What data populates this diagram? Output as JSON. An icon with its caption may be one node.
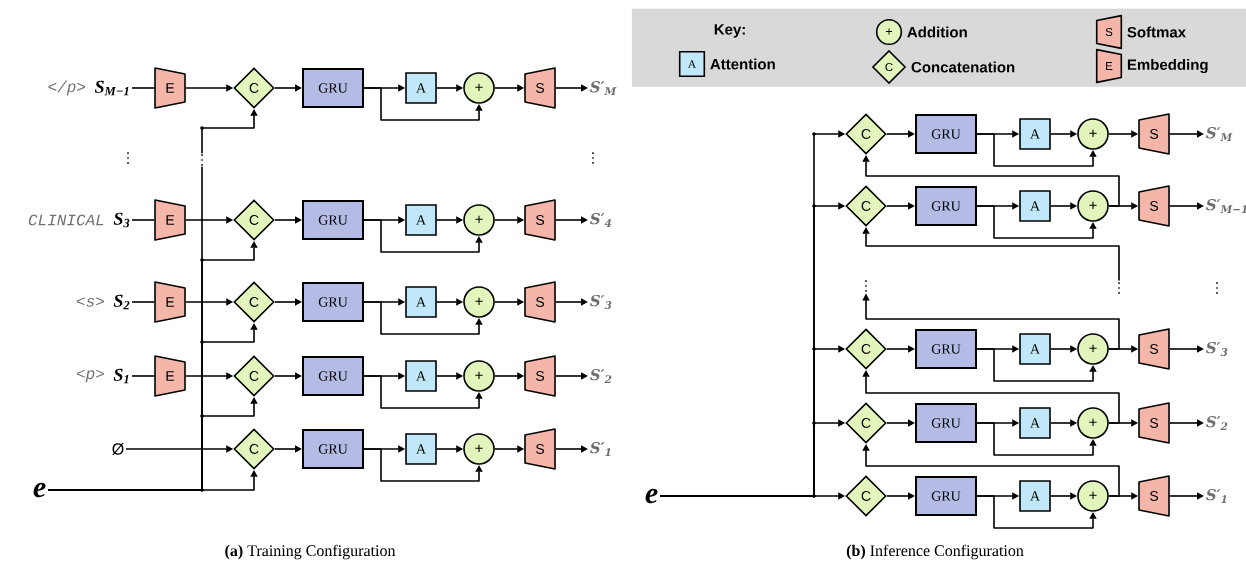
{
  "diagram": {
    "nodes": [
      {
        "text": [
          "S$_{M−1}$"
        ],
        "beside": [
          "</p>"
        ]
      },
      {
        "text": [
          "E"
        ]
      },
      {
        "text": [
          "C"
        ]
      },
      {
        "text": [
          "GRU"
        ]
      },
      {
        "text": [
          "A"
        ]
      },
      {
        "text": [
          "+"
        ]
      },
      {
        "text": [
          "S"
        ]
      },
      {
        "text": [
          "S′$_{M}$"
        ]
      },
      {
        "text": [
          "S$_{3}$"
        ],
        "beside": [
          "CLINICAL"
        ]
      },
      {
        "text": [
          "E"
        ]
      },
      {
        "text": [
          "C"
        ]
      },
      {
        "text": [
          "GRU"
        ]
      },
      {
        "text": [
          "A"
        ]
      },
      {
        "text": [
          "+"
        ]
      },
      {
        "text": [
          "S"
        ]
      },
      {
        "text": [
          "S′$_{4}$"
        ]
      },
      {
        "text": [
          "S$_{2}$"
        ],
        "beside": [
          "<s>"
        ]
      },
      {
        "text": [
          "E"
        ]
      },
      {
        "text": [
          "C"
        ]
      },
      {
        "text": [
          "GRU"
        ]
      },
      {
        "text": [
          "A"
        ]
      },
      {
        "text": [
          "+"
        ]
      },
      {
        "text": [
          "S"
        ]
      },
      {
        "text": [
          "S′$_{3}$"
        ]
      },
      {
        "text": [
          "S$_{1}$"
        ],
        "beside": [
          "<p>"
        ]
      },
      {
        "text": [
          "E"
        ]
      },
      {
        "text": [
          "C"
        ]
      },
      {
        "text": [
          "GRU"
        ]
      },
      {
        "text": [
          "A"
        ]
      },
      {
        "text": [
          "+"
        ]
      },
      {
        "text": [
          "S"
        ]
      },
      {
        "text": [
          "S′$_{2}$"
        ]
      },
      {
        "text": [
          "Ø"
        ]
      },
      {
        "text": [
          "C"
        ]
      },
      {
        "text": [
          "GRU"
        ]
      },
      {
        "text": [
          "A"
        ]
      },
      {
        "text": [
          "+"
        ]
      },
      {
        "text": [
          "S"
        ]
      },
      {
        "text": [
          "S′$_{1}$"
        ]
      },
      {
        "text": [
          "e"
        ]
      },
      {
        "text": [
          "Key:"
        ]
      },
      {
        "text": [
          "+"
        ],
        "beside": [
          "Addition"
        ],
        "in": 40
      },
      {
        "text": [
          "S"
        ],
        "beside": [
          "Softmax"
        ],
        "in": 40
      },
      {
        "text": [
          "A"
        ],
        "beside": [
          "Attention"
        ],
        "in": 40
      },
      {
        "text": [
          "C"
        ],
        "beside": [
          "Concatenation"
        ],
        "in": 40
      },
      {
        "text": [
          "E"
        ],
        "beside": [
          "Embedding"
        ],
        "in": 40
      },
      {
        "text": [
          "C"
        ]
      },
      {
        "text": [
          "GRU"
        ]
      },
      {
        "text": [
          "A"
        ]
      },
      {
        "text": [
          "+"
        ]
      },
      {
        "text": [
          "S"
        ]
      },
      {
        "text": [
          "S′$_{M}$"
        ]
      },
      {
        "text": [
          "C"
        ]
      },
      {
        "text": [
          "GRU"
        ]
      },
      {
        "text": [
          "A"
        ]
      },
      {
        "text": [
          "+"
        ]
      },
      {
        "text": [
          "S"
        ]
      },
      {
        "text": [
          "S′$_{M−1}$"
        ]
      },
      {
        "text": [
          "C"
        ]
      },
      {
        "text": [
          "GRU"
        ]
      },
      {
        "text": [
          "A"
        ]
      },
      {
        "text": [
          "+"
        ]
      },
      {
        "text": [
          "S"
        ]
      },
      {
        "text": [
          "S′$_{3}$"
        ]
      },
      {
        "text": [
          "C"
        ]
      },
      {
        "text": [
          "GRU"
        ]
      },
      {
        "text": [
          "A"
        ]
      },
      {
        "text": [
          "+"
        ]
      },
      {
        "text": [
          "S"
        ]
      },
      {
        "text": [
          "S′$_{2}$"
        ]
      },
      {
        "text": [
          "C"
        ]
      },
      {
        "text": [
          "GRU"
        ]
      },
      {
        "text": [
          "A"
        ]
      },
      {
        "text": [
          "+"
        ]
      },
      {
        "text": [
          "S"
        ]
      },
      {
        "text": [
          "S′$_{1}$"
        ]
      },
      {
        "text": [
          "e"
        ]
      },
      {
        "text": [
          "⋮"
        ]
      },
      {
        "text": [
          "⋮"
        ]
      }
    ],
    "edges": [
      {
        "from": 0,
        "to": 1,
        "arrow": "none"
      },
      {
        "from": 1,
        "to": 2,
        "arrow": "to"
      },
      {
        "from": 2,
        "to": 3,
        "arrow": "to"
      },
      {
        "from": 3,
        "to": 4,
        "arrow": "to"
      },
      {
        "from": 4,
        "to": 5,
        "arrow": "to"
      },
      {
        "from": 3,
        "to": 5,
        "arrow": "to"
      },
      {
        "from": 5,
        "to": 6,
        "arrow": "to"
      },
      {
        "from": 6,
        "to": 7,
        "arrow": "to"
      },
      {
        "from": 39,
        "to": 2,
        "arrow": "to"
      },
      {
        "from": 8,
        "to": 9,
        "arrow": "none"
      },
      {
        "from": 9,
        "to": 10,
        "arrow": "to"
      },
      {
        "from": 10,
        "to": 11,
        "arrow": "to"
      },
      {
        "from": 11,
        "to": 12,
        "arrow": "to"
      },
      {
        "from": 12,
        "to": 13,
        "arrow": "to"
      },
      {
        "from": 11,
        "to": 13,
        "arrow": "to"
      },
      {
        "from": 13,
        "to": 14,
        "arrow": "to"
      },
      {
        "from": 14,
        "to": 15,
        "arrow": "to"
      },
      {
        "from": 39,
        "to": 10,
        "arrow": "to"
      },
      {
        "from": 16,
        "to": 17,
        "arrow": "none"
      },
      {
        "from": 17,
        "to": 18,
        "arrow": "to"
      },
      {
        "from": 18,
        "to": 19,
        "arrow": "to"
      },
      {
        "from": 19,
        "to": 20,
        "arrow": "to"
      },
      {
        "from": 20,
        "to": 21,
        "arrow": "to"
      },
      {
        "from": 19,
        "to": 21,
        "arrow": "to"
      },
      {
        "from": 21,
        "to": 22,
        "arrow": "to"
      },
      {
        "from": 22,
        "to": 23,
        "arrow": "to"
      },
      {
        "from": 39,
        "to": 18,
        "arrow": "to"
      },
      {
        "from": 24,
        "to": 25,
        "arrow": "none"
      },
      {
        "from": 25,
        "to": 26,
        "arrow": "to"
      },
      {
        "from": 26,
        "to": 27,
        "arrow": "to"
      },
      {
        "from": 27,
        "to": 28,
        "arrow": "to"
      },
      {
        "from": 28,
        "to": 29,
        "arrow": "to"
      },
      {
        "from": 27,
        "to": 29,
        "arrow": "to"
      },
      {
        "from": 29,
        "to": 30,
        "arrow": "to"
      },
      {
        "from": 30,
        "to": 31,
        "arrow": "to"
      },
      {
        "from": 39,
        "to": 26,
        "arrow": "to"
      },
      {
        "from": 32,
        "to": 33,
        "arrow": "to"
      },
      {
        "from": 33,
        "to": 34,
        "arrow": "to"
      },
      {
        "from": 34,
        "to": 35,
        "arrow": "to"
      },
      {
        "from": 35,
        "to": 36,
        "arrow": "to"
      },
      {
        "from": 34,
        "to": 36,
        "arrow": "to"
      },
      {
        "from": 36,
        "to": 37,
        "arrow": "to"
      },
      {
        "from": 37,
        "to": 38,
        "arrow": "to"
      },
      {
        "from": 39,
        "to": 33,
        "arrow": "to"
      },
      {
        "from": 76,
        "to": 46,
        "arrow": "to"
      },
      {
        "from": 46,
        "to": 47,
        "arrow": "to"
      },
      {
        "from": 47,
        "to": 48,
        "arrow": "to"
      },
      {
        "from": 48,
        "to": 49,
        "arrow": "to"
      },
      {
        "from": 47,
        "to": 49,
        "arrow": "to"
      },
      {
        "from": 49,
        "to": 50,
        "arrow": "to"
      },
      {
        "from": 50,
        "to": 51,
        "arrow": "to"
      },
      {
        "from": 76,
        "to": 52,
        "arrow": "to"
      },
      {
        "from": 52,
        "to": 53,
        "arrow": "to"
      },
      {
        "from": 53,
        "to": 54,
        "arrow": "to"
      },
      {
        "from": 54,
        "to": 55,
        "arrow": "to"
      },
      {
        "from": 53,
        "to": 55,
        "arrow": "to"
      },
      {
        "from": 55,
        "to": 56,
        "arrow": "to"
      },
      {
        "from": 56,
        "to": 57,
        "arrow": "to"
      },
      {
        "from": 76,
        "to": 58,
        "arrow": "to"
      },
      {
        "from": 58,
        "to": 59,
        "arrow": "to"
      },
      {
        "from": 59,
        "to": 60,
        "arrow": "to"
      },
      {
        "from": 60,
        "to": 61,
        "arrow": "to"
      },
      {
        "from": 59,
        "to": 61,
        "arrow": "to"
      },
      {
        "from": 61,
        "to": 62,
        "arrow": "to"
      },
      {
        "from": 62,
        "to": 63,
        "arrow": "to"
      },
      {
        "from": 76,
        "to": 64,
        "arrow": "to"
      },
      {
        "from": 64,
        "to": 65,
        "arrow": "to"
      },
      {
        "from": 65,
        "to": 66,
        "arrow": "to"
      },
      {
        "from": 66,
        "to": 67,
        "arrow": "to"
      },
      {
        "from": 65,
        "to": 67,
        "arrow": "to"
      },
      {
        "from": 67,
        "to": 68,
        "arrow": "to"
      },
      {
        "from": 68,
        "to": 69,
        "arrow": "to"
      },
      {
        "from": 76,
        "to": 70,
        "arrow": "to"
      },
      {
        "from": 70,
        "to": 71,
        "arrow": "to"
      },
      {
        "from": 71,
        "to": 72,
        "arrow": "to"
      },
      {
        "from": 72,
        "to": 73,
        "arrow": "to"
      },
      {
        "from": 71,
        "to": 73,
        "arrow": "to"
      },
      {
        "from": 73,
        "to": 74,
        "arrow": "to"
      },
      {
        "from": 74,
        "to": 75,
        "arrow": "to"
      },
      {
        "from": 73,
        "to": 64,
        "arrow": "to"
      },
      {
        "from": 67,
        "to": 58,
        "arrow": "to"
      },
      {
        "from": 61,
        "to": 77,
        "arrow": "to"
      },
      {
        "from": 78,
        "to": 52,
        "arrow": "to"
      },
      {
        "from": 55,
        "to": 46,
        "arrow": "to"
      }
    ],
    "labels": [
      "⋮",
      "⋮",
      "⋮",
      "⋮",
      "**(a)** Training Configuration",
      "**(b)** Inference Configuration"
    ]
  }
}
